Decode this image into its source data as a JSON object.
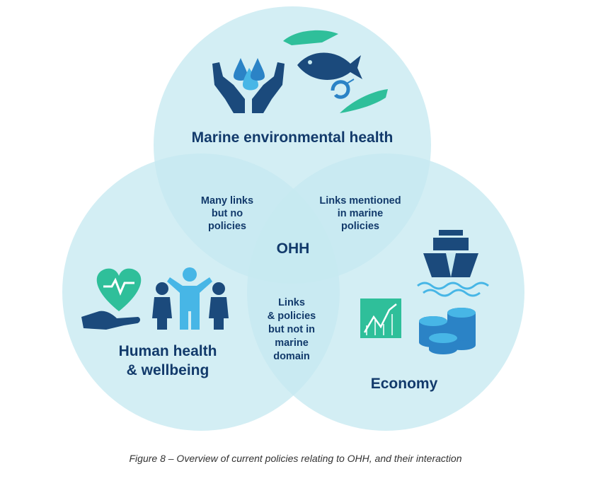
{
  "circles": {
    "top": {
      "label": "Marine environmental health"
    },
    "left": {
      "label_line1": "Human health",
      "label_line2": "& wellbeing"
    },
    "right": {
      "label": "Economy"
    }
  },
  "overlaps": {
    "top_left": [
      "Many links",
      "but no",
      "policies"
    ],
    "top_right": [
      "Links mentioned",
      "in marine",
      "policies"
    ],
    "left_right": [
      "Links",
      "& policies",
      "but not in",
      "marine",
      "domain"
    ],
    "center": "OHH"
  },
  "icons": [
    "hands-water-icon",
    "fish-icon",
    "shrimp-icon",
    "heart-health-icon",
    "people-icon",
    "ship-icon",
    "chart-icon",
    "coins-icon"
  ],
  "colors": {
    "circle_fill": "#c6e9f1",
    "text": "#123a6b",
    "navy": "#1b4a7c",
    "mid_blue": "#2b83c6",
    "light_blue": "#47b6e6",
    "green": "#2fbf9a"
  },
  "caption": "Figure 8 – Overview of current policies relating to OHH, and their interaction"
}
